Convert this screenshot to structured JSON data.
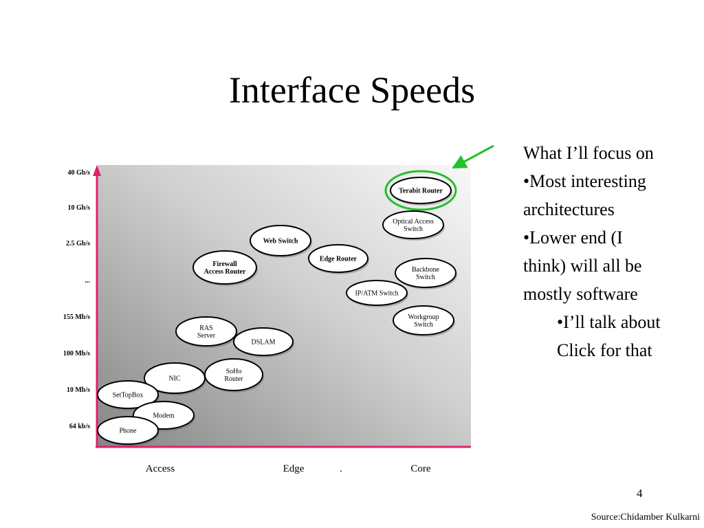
{
  "slide": {
    "title": "Interface Speeds",
    "number": "4",
    "source": "Source:Chidamber Kulkarni"
  },
  "side_text": {
    "lines": [
      "What I’ll focus on",
      "•Most interesting",
      "architectures",
      "•Lower end (I",
      "think) will all be",
      "mostly software"
    ],
    "sub_lines": [
      "•I’ll talk about",
      "Click for that"
    ]
  },
  "diagram": {
    "y_axis_labels": [
      "40 Gb/s",
      "10 Gb/s",
      "2.5 Gb/s",
      "...",
      "155 Mb/s",
      "100 Mb/s",
      "10 Mb/s",
      "64 kb/s"
    ],
    "x_axis_labels": [
      "Access",
      "Edge",
      ".",
      "Core"
    ],
    "nodes": [
      {
        "id": "terabit-router",
        "lines": [
          "Terabit Router"
        ],
        "bold": true,
        "highlight": true
      },
      {
        "id": "optical-access-switch",
        "lines": [
          "Optical Access",
          "Switch"
        ]
      },
      {
        "id": "web-switch",
        "lines": [
          "Web Switch"
        ],
        "bold": true
      },
      {
        "id": "edge-router",
        "lines": [
          "Edge Router"
        ],
        "bold": true
      },
      {
        "id": "firewall-access-router",
        "lines": [
          "Firewall",
          "Access Router"
        ],
        "bold": true
      },
      {
        "id": "backbone-switch",
        "lines": [
          "Backbone",
          "Switch"
        ]
      },
      {
        "id": "ip-atm-switch",
        "lines": [
          "IP/ATM Switch"
        ]
      },
      {
        "id": "workgroup-switch",
        "lines": [
          "Workgroup",
          "Switch"
        ]
      },
      {
        "id": "ras-server",
        "lines": [
          "RAS",
          "Server"
        ]
      },
      {
        "id": "dslam",
        "lines": [
          "DSLAM"
        ]
      },
      {
        "id": "soho-router",
        "lines": [
          "SoHo",
          "Router"
        ]
      },
      {
        "id": "nic",
        "lines": [
          "NIC"
        ]
      },
      {
        "id": "settopbox",
        "lines": [
          "SetTopBox"
        ]
      },
      {
        "id": "modem",
        "lines": [
          "Modem"
        ]
      },
      {
        "id": "phone",
        "lines": [
          "Phone"
        ]
      }
    ],
    "colors": {
      "axis": "#e0206e",
      "highlight": "#22c02a",
      "arrow": "#22c02a"
    }
  }
}
